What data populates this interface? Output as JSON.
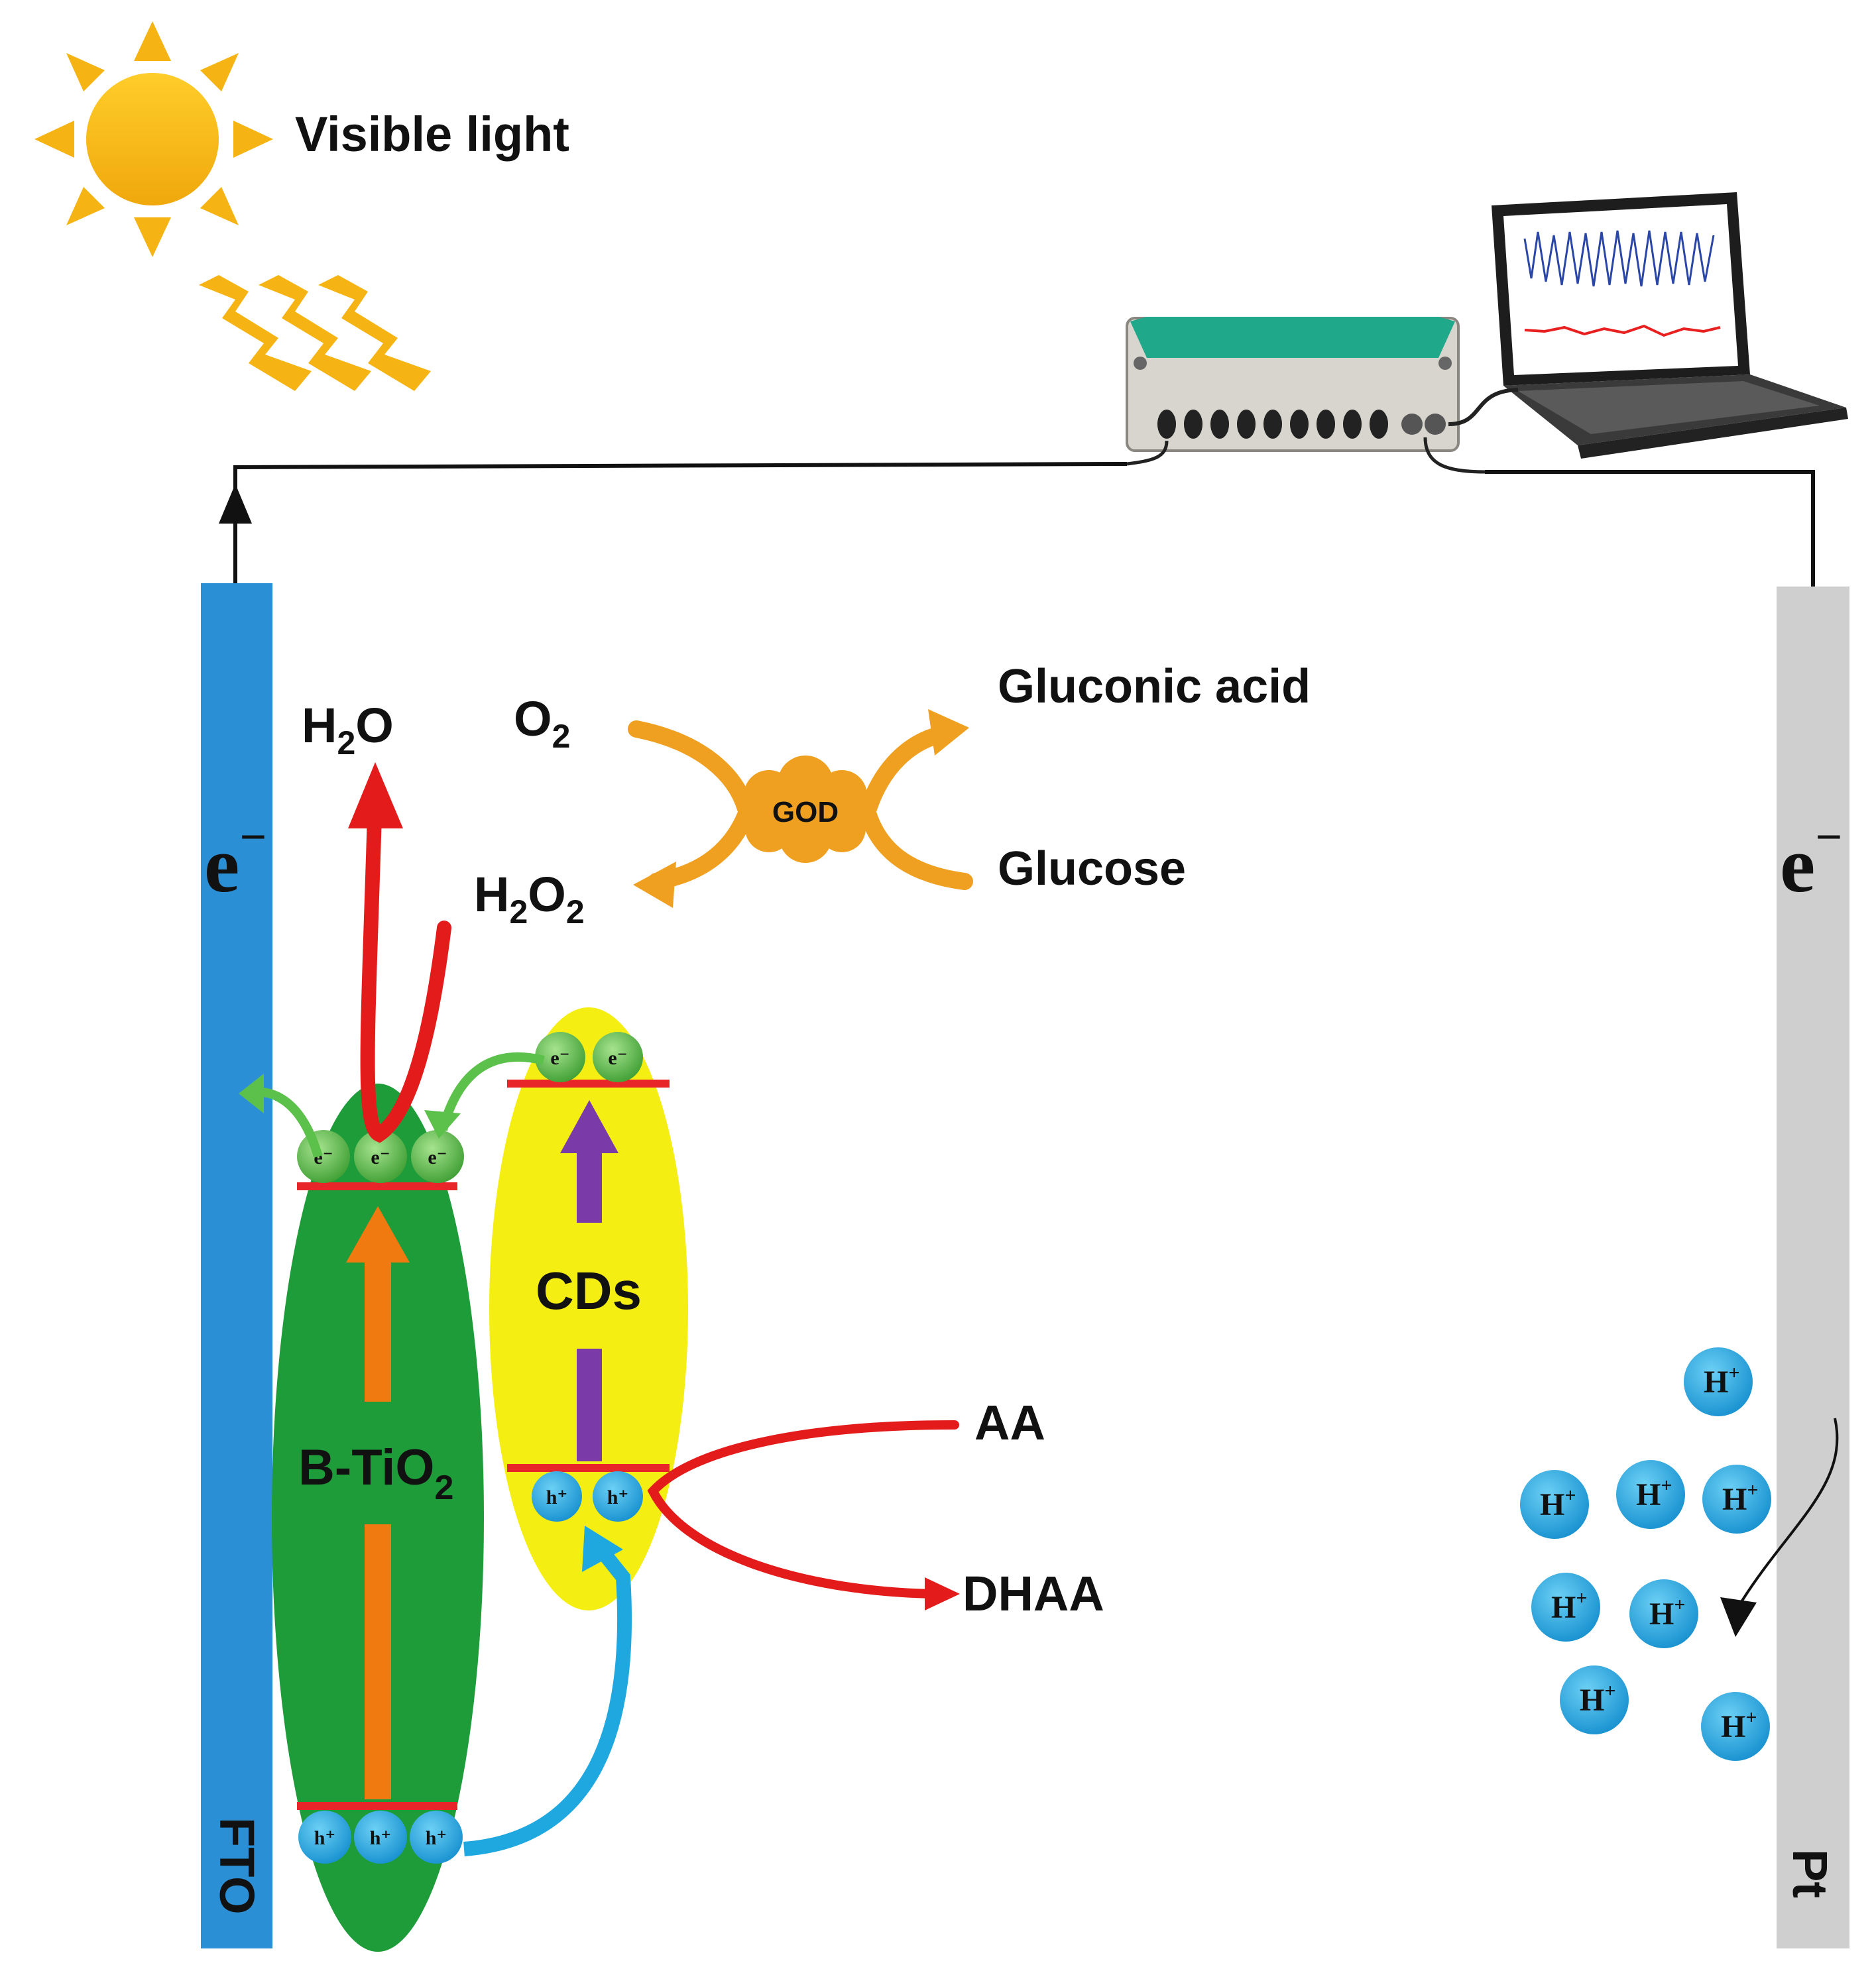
{
  "labels": {
    "visible_light": "Visible light",
    "gluconic_acid": "Gluconic acid",
    "glucose": "Glucose",
    "h2o_main": "H",
    "h2o_sub": "2",
    "h2o_tail": "O",
    "o2_main": "O",
    "o2_sub": "2",
    "h2o2_a": "H",
    "h2o2_sub1": "2",
    "h2o2_b": "O",
    "h2o2_sub2": "2",
    "god": "GOD",
    "cds": "CDs",
    "btio2_main": "B-TiO",
    "btio2_sub": "2",
    "aa": "AA",
    "dhaa": "DHAA",
    "fto": "FTO",
    "pt": "Pt",
    "e_left": "e",
    "e_right": "e",
    "minus": "−",
    "electron": "e⁻",
    "hole": "h⁺",
    "proton_main": "H",
    "proton_sup": "+"
  },
  "colors": {
    "fto": "#2b8fd6",
    "pt": "#cfcfcf",
    "btio2": "#1e9c3a",
    "cds": "#f4ee12",
    "band_line": "#e8262a",
    "orange_arrow": "#f07a10",
    "purple_arrow": "#7a3aa8",
    "red_arrow": "#e41b1b",
    "god_cycle": "#f0a020",
    "electron": "#5cc14a",
    "hole": "#1fa7e0",
    "sun": "#f5b414",
    "wire": "#111111"
  }
}
